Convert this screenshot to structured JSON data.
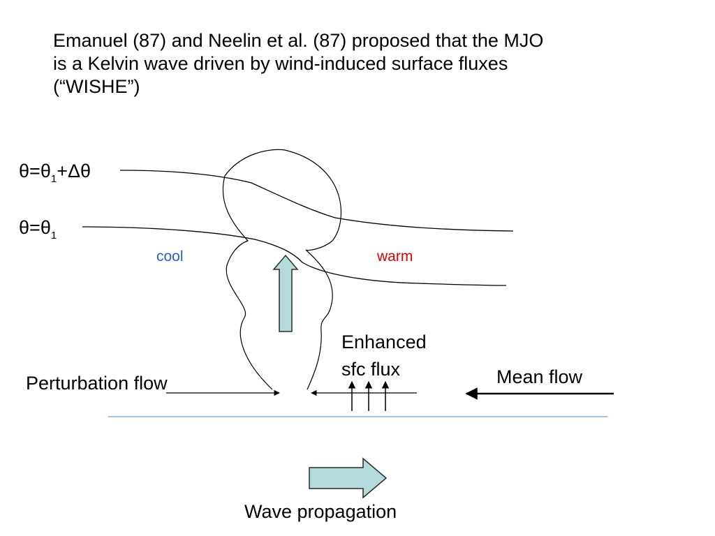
{
  "title": {
    "line1": "Emanuel (87) and Neelin et al. (87) proposed that the MJO",
    "line2": "is a Kelvin wave driven by wind-induced surface fluxes",
    "line3": "(“WISHE”)"
  },
  "isentropes": {
    "upper": {
      "theta": "θ",
      "eq": "=",
      "theta1": "θ",
      "sub": "1",
      "suffix": "+Δθ"
    },
    "lower": {
      "theta": "θ",
      "eq": "=",
      "theta1": "θ",
      "sub": "1"
    }
  },
  "labels": {
    "cool": "cool",
    "warm": "warm",
    "enhanced_line1": "Enhanced",
    "enhanced_line2": "sfc flux",
    "perturbation_flow": "Perturbation flow",
    "mean_flow": "Mean flow",
    "wave_propagation": "Wave propagation"
  },
  "colors": {
    "cool": "#2a5bd7",
    "warm": "#e00000",
    "arrow_fill": "#b5dcdc",
    "surface_line": "#4a8fd0"
  }
}
